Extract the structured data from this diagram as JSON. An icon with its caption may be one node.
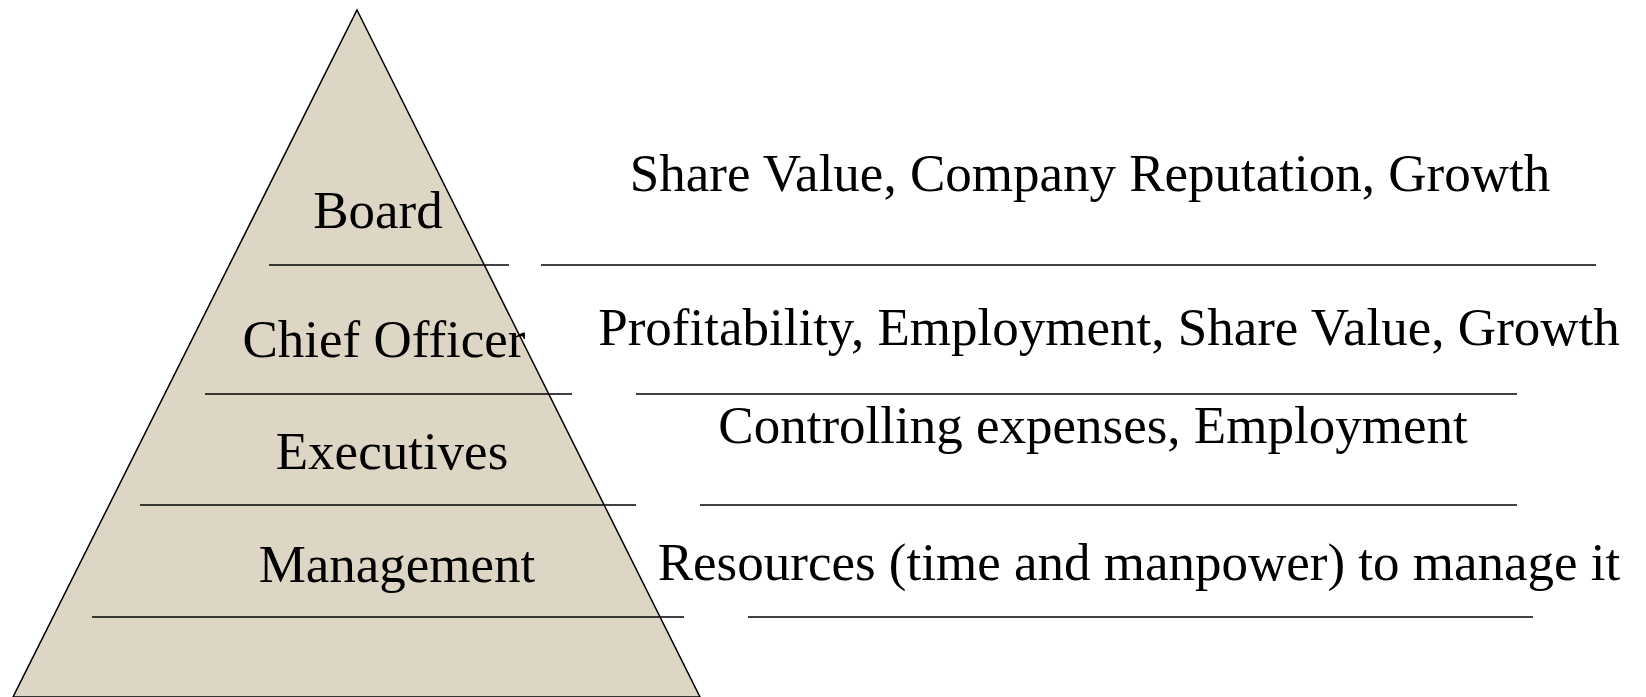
{
  "diagram": {
    "nodes": [
      {
        "text": [
          "Board",
          "Chief Officer",
          "Executives",
          "Management"
        ]
      }
    ],
    "labels": [
      "Share Value, Company Reputation, Growth",
      "Profitability, Employment, Share Value, Growth",
      "Controlling expenses, Employment",
      "Resources (time and manpower) to manage it"
    ]
  }
}
